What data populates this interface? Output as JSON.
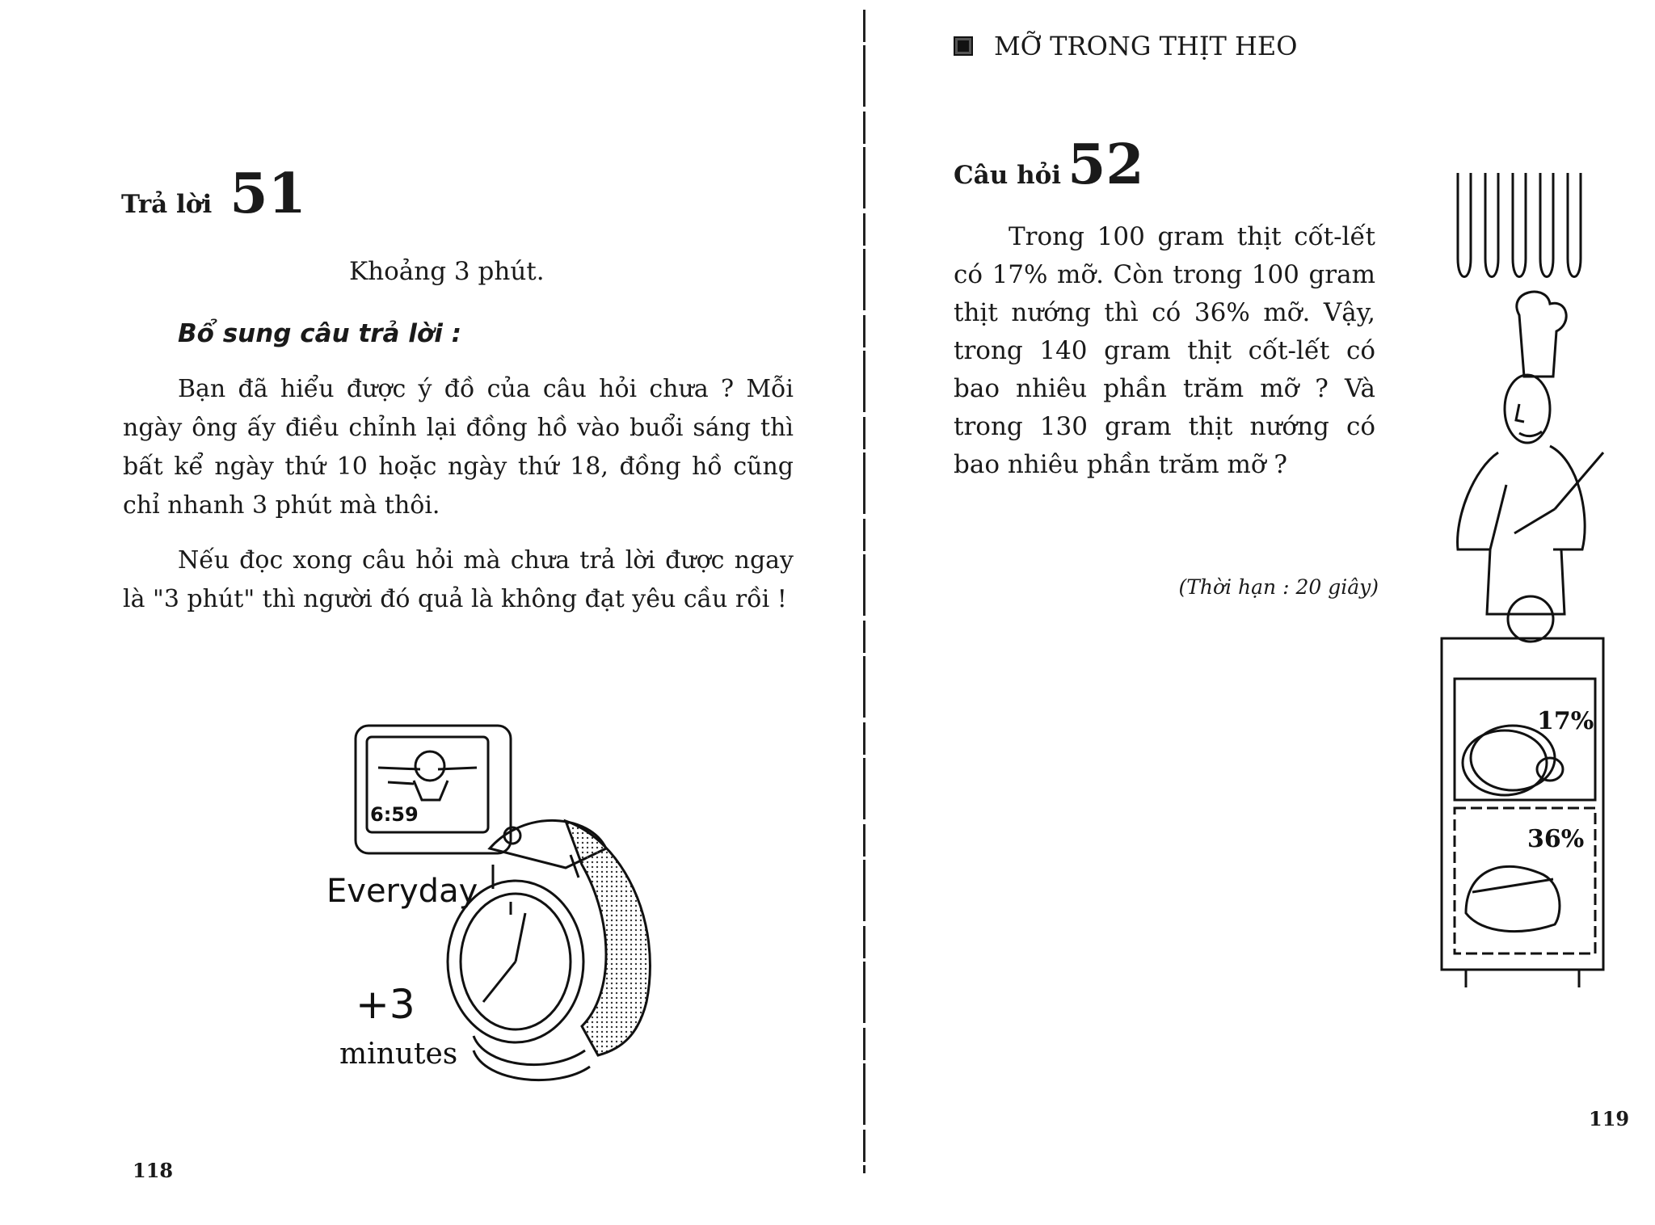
{
  "left_page": {
    "answer_label": "Trả lời",
    "answer_number": "51",
    "short_answer": "Khoảng 3 phút.",
    "supplement_heading": "Bổ sung câu trả lời :",
    "paragraph_1": "Bạn đã hiểu được ý đồ của câu hỏi chưa ? Mỗi ngày ông ấy điều chỉnh lại đồng hồ vào buổi sáng thì bất kể ngày thứ 10 hoặc ngày thứ 18, đồng hồ cũng chỉ nhanh 3 phút mà thôi.",
    "paragraph_2": "Nếu đọc xong câu hỏi mà chưa trả lời được ngay là \"3 phút\" thì người đó quả là không đạt yêu cầu rồi !",
    "illustration": {
      "tv_time": "6:59",
      "caption_1": "Everyday",
      "caption_2": "+3",
      "caption_3": "minutes"
    },
    "page_number": "118"
  },
  "right_page": {
    "section_title": "MỠ TRONG THỊT HEO",
    "question_label": "Câu hỏi",
    "question_number": "52",
    "question_text": "Trong 100 gram thịt cốt-lết có 17% mỡ. Còn trong 100 gram thịt nướng thì có 36% mỡ. Vậy, trong 140 gram thịt cốt-lết có bao nhiêu phần trăm mỡ ? Và trong 130 gram thịt nướng có bao nhiêu phần trăm mỡ ?",
    "time_limit": "(Thời hạn : 20 giây)",
    "illustration": {
      "label_top": "17%",
      "label_bottom": "36%"
    },
    "page_number": "119"
  }
}
